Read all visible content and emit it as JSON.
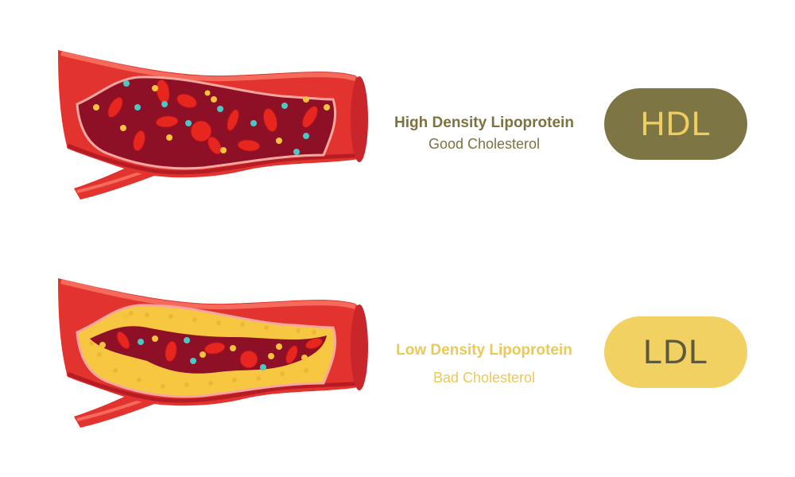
{
  "hdl": {
    "title": "High Density Lipoprotein",
    "subtitle": "Good Cholesterol",
    "badge": "HDL"
  },
  "ldl": {
    "title": "Low Density Lipoprotein",
    "subtitle": "Bad Cholesterol",
    "badge": "LDL"
  },
  "colors": {
    "vessel_wall": "#e2332f",
    "vessel_wall_light": "#f45a4f",
    "vessel_lumen": "#8e1026",
    "red_blood_cell": "#e6261f",
    "hdl_particle": "#4cc6c6",
    "lipid_particle": "#f4c23c",
    "plaque": "#f7c742",
    "hdl_accent": "#7d7543",
    "ldl_accent": "#f2d163"
  }
}
